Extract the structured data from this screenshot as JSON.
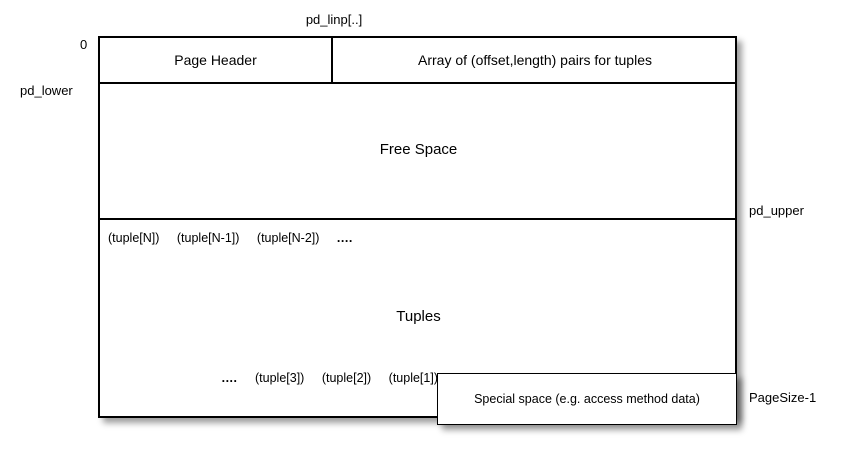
{
  "diagram": {
    "title": "PostgreSQL heap page layout",
    "colors": {
      "line": "#000000",
      "background": "#ffffff",
      "text": "#000000"
    },
    "annotations": {
      "offset_zero": "0",
      "pd_lower": "pd_lower",
      "pd_linp": "pd_linp[..]",
      "pd_upper": "pd_upper",
      "page_size_end": "PageSize-1"
    },
    "regions": {
      "page_header": "Page Header",
      "linp_array": "Array of (offset,length) pairs for tuples",
      "free_space": "Free Space",
      "tuples": "Tuples",
      "special_space": "Special space (e.g. access method data)"
    },
    "tuples_top_row": [
      "(tuple[N])",
      "(tuple[N-1])",
      "(tuple[N-2])",
      "...."
    ],
    "tuples_bottom_row": [
      "....",
      "(tuple[3])",
      "(tuple[2])",
      "(tuple[1])"
    ]
  }
}
